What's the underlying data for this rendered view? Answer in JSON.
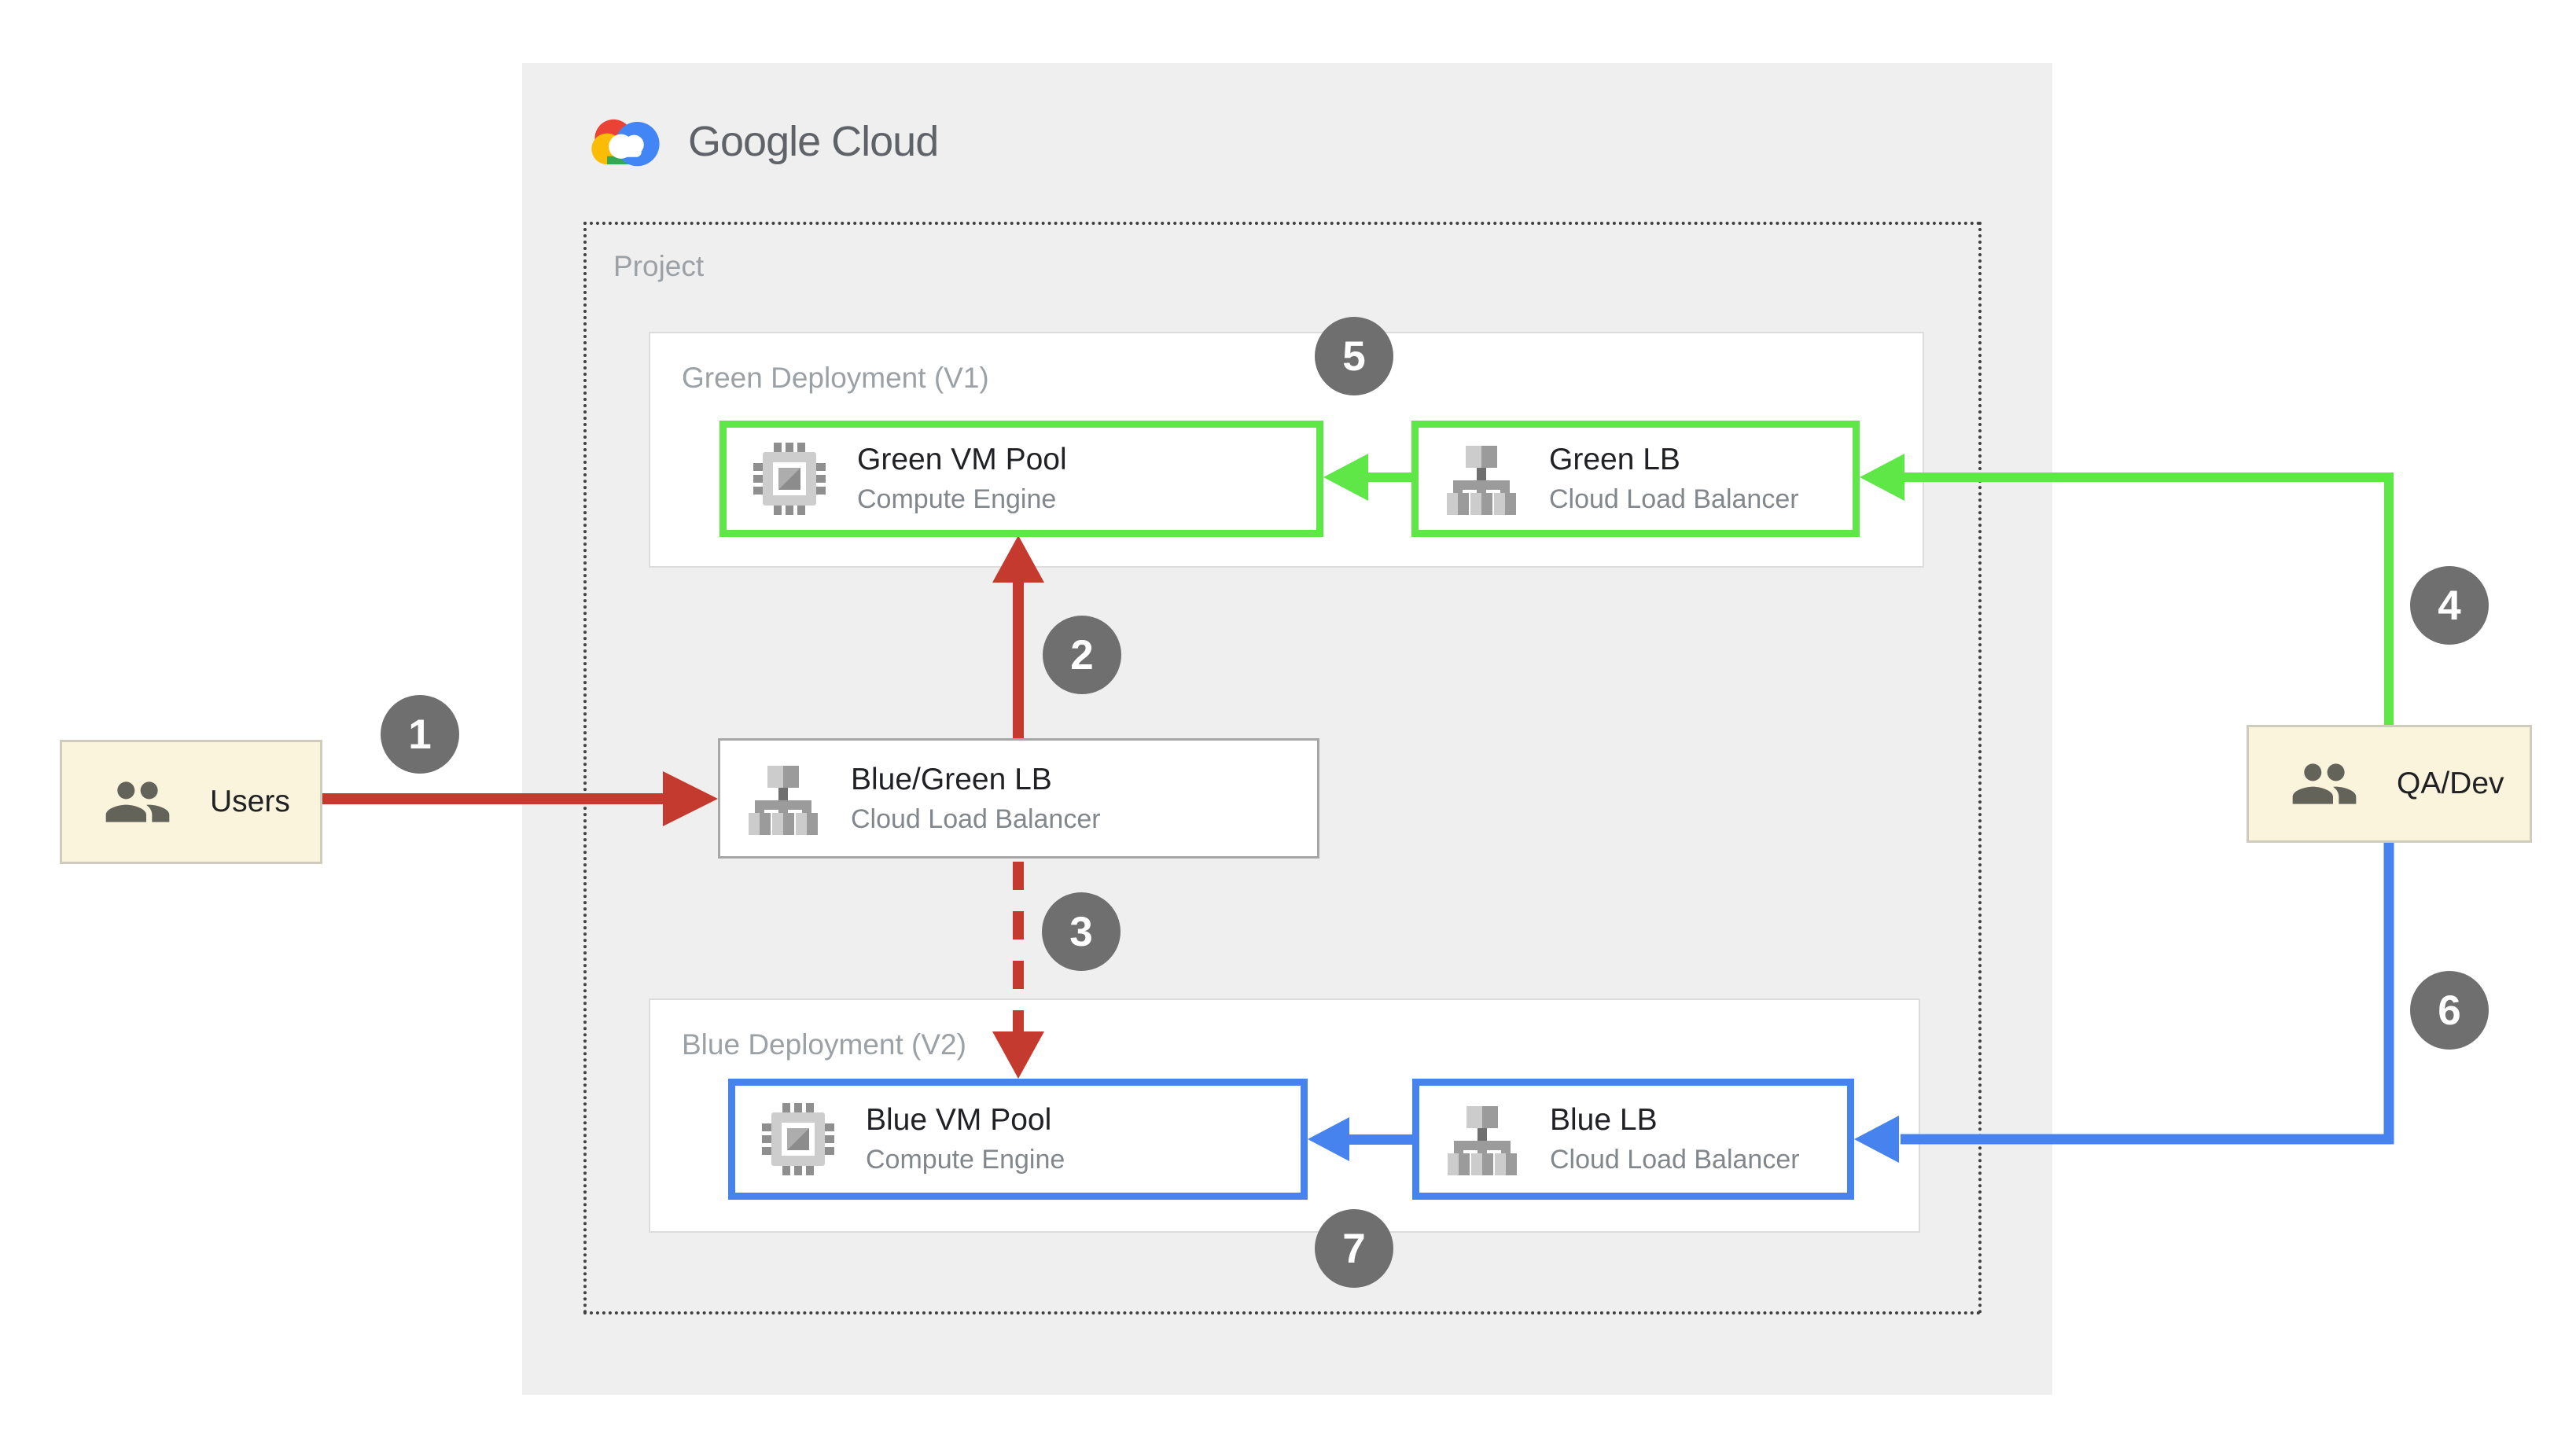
{
  "brand": {
    "google": "Google",
    "cloud": "Cloud"
  },
  "project": {
    "label": "Project"
  },
  "groups": {
    "green": {
      "label": "Green Deployment (V1)"
    },
    "blue": {
      "label": "Blue Deployment (V2)"
    }
  },
  "nodes": {
    "green_vm": {
      "title": "Green VM Pool",
      "subtitle": "Compute Engine",
      "icon": "compute-engine-icon"
    },
    "green_lb": {
      "title": "Green LB",
      "subtitle": "Cloud Load Balancer",
      "icon": "load-balancer-icon"
    },
    "bluegreen_lb": {
      "title": "Blue/Green LB",
      "subtitle": "Cloud Load Balancer",
      "icon": "load-balancer-icon"
    },
    "blue_vm": {
      "title": "Blue VM Pool",
      "subtitle": "Compute Engine",
      "icon": "compute-engine-icon"
    },
    "blue_lb": {
      "title": "Blue LB",
      "subtitle": "Cloud Load Balancer",
      "icon": "load-balancer-icon"
    }
  },
  "actors": {
    "users": {
      "label": "Users",
      "icon": "users-icon"
    },
    "qadev": {
      "label": "QA/Dev",
      "icon": "users-icon"
    }
  },
  "steps": [
    "1",
    "2",
    "3",
    "4",
    "5",
    "6",
    "7"
  ],
  "colors": {
    "green_accent": "#5fe647",
    "blue_accent": "#4683ee",
    "red_accent": "#c43a2e",
    "step_badge_gray": "#6f6f6f",
    "actor_background": "#fbf4dc",
    "card_background": "#efefef"
  }
}
